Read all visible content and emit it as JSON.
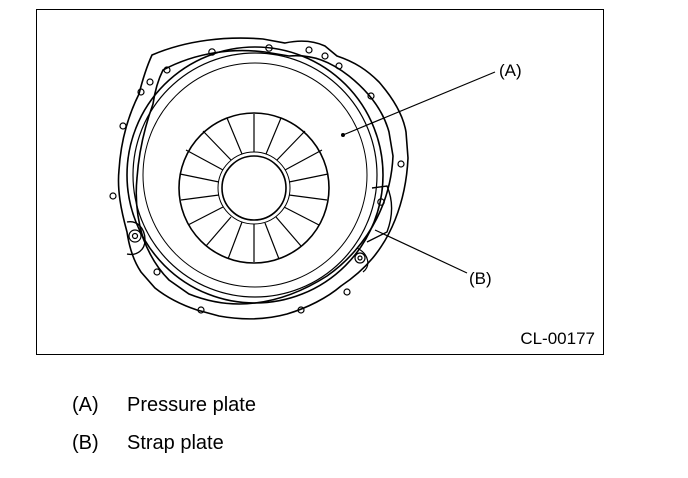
{
  "figure": {
    "code": "CL-00177",
    "callouts": [
      {
        "key": "(A)"
      },
      {
        "key": "(B)"
      }
    ]
  },
  "legend": [
    {
      "key": "(A)",
      "label": "Pressure plate"
    },
    {
      "key": "(B)",
      "label": "Strap plate"
    }
  ],
  "colors": {
    "line": "#000000",
    "background": "#ffffff"
  }
}
